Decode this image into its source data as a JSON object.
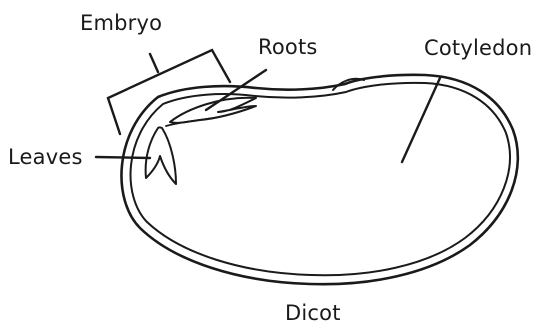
{
  "diagram": {
    "labels": {
      "embryo": "Embryo",
      "roots": "Roots",
      "cotyledon": "Cotyledon",
      "leaves": "Leaves",
      "caption": "Dicot"
    }
  }
}
